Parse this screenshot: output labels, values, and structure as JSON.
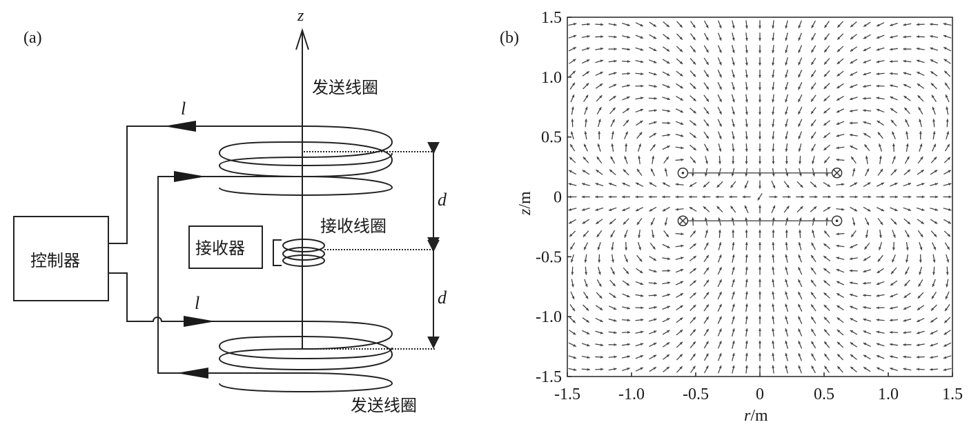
{
  "panel_a": {
    "label": "(a)",
    "axis_label": "z",
    "controller_label": "控制器",
    "receiver_label": "接收器",
    "transmit_coil_label_top": "发送线圈",
    "transmit_coil_label_bottom": "发送线圈",
    "receive_coil_label": "接收线圈",
    "current_label_top": "l",
    "current_label_bottom": "l",
    "distance_label_upper": "d",
    "distance_label_lower": "d"
  },
  "panel_b": {
    "label": "(b)",
    "xlabel_var": "r",
    "xlabel_unit": "/m",
    "ylabel_var": "z",
    "ylabel_unit": "/m",
    "xlim": [
      -1.5,
      1.5
    ],
    "ylim": [
      -1.5,
      1.5
    ],
    "xticks": [
      "-1.5",
      "-1.0",
      "-0.5",
      "0",
      "0.5",
      "1.0",
      "1.5"
    ],
    "yticks": [
      "1.5",
      "1.0",
      "0.5",
      "0",
      "-0.5",
      "-1.0",
      "-1.5"
    ],
    "coil_radius": 0.6,
    "coil_positions_z": [
      0.2,
      -0.2
    ],
    "symbol_color": "#333333",
    "arrow_color": "#444444"
  }
}
